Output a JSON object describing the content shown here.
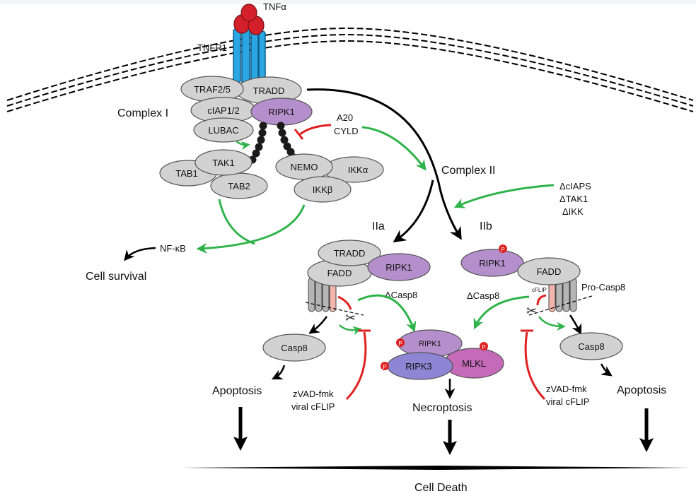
{
  "colors": {
    "receptor": "#2aa6e2",
    "ligand": "#d4202a",
    "grey_node": "#d2d2d2",
    "purple_node": "#b48fcc",
    "ripk3": "#8e86d4",
    "mlkl": "#c46ab8",
    "activation": "#2eb34a",
    "inhibition": "#e02020",
    "phospho": "#e02020",
    "flow": "#000000"
  },
  "labels": {
    "tnfa": "TNFα",
    "tnfr1": "TNFR1",
    "complex_i": "Complex I",
    "complex_ii": "Complex II",
    "iia": "IIa",
    "iib": "IIb",
    "a20": "A20",
    "cyld": "CYLD",
    "delta_ciaps": "ΔcIAPS",
    "delta_tak1": "ΔTAK1",
    "delta_ikk": "ΔIKK",
    "nfkb": "NF-κB",
    "cell_survival": "Cell survival",
    "delta_casp8_left": "ΔCasp8",
    "delta_casp8_right": "ΔCasp8",
    "pro_casp8": "Pro-Casp8",
    "cflip_small": "cFLIP",
    "apoptosis_left": "Apoptosis",
    "apoptosis_right": "Apoptosis",
    "necroptosis": "Necroptosis",
    "zvad_left": "zVAD-fmk",
    "viral_cflip_left": "viral cFLIP",
    "zvad_right": "zVAD-fmk",
    "viral_cflip_right": "viral cFLIP",
    "cell_death": "Cell Death",
    "phospho_mark": "P"
  },
  "nodes": {
    "traf25": "TRAF2/5",
    "tradd_c1": "TRADD",
    "ciap12": "cIAP1/2",
    "ripk1_c1": "RIPK1",
    "lubac": "LUBAC",
    "tak1": "TAK1",
    "tab1": "TAB1",
    "tab2": "TAB2",
    "nemo": "NEMO",
    "ikka": "IKKα",
    "ikkb": "IKKβ",
    "tradd_iia": "TRADD",
    "fadd_iia": "FADD",
    "ripk1_iia": "RIPK1",
    "casp8_iia": "Casp8",
    "ripk1_iib": "RIPK1",
    "fadd_iib": "FADD",
    "casp8_iib": "Casp8",
    "ripk1_necro": "RIPK1",
    "ripk3": "RIPK3",
    "mlkl": "MLKL"
  }
}
